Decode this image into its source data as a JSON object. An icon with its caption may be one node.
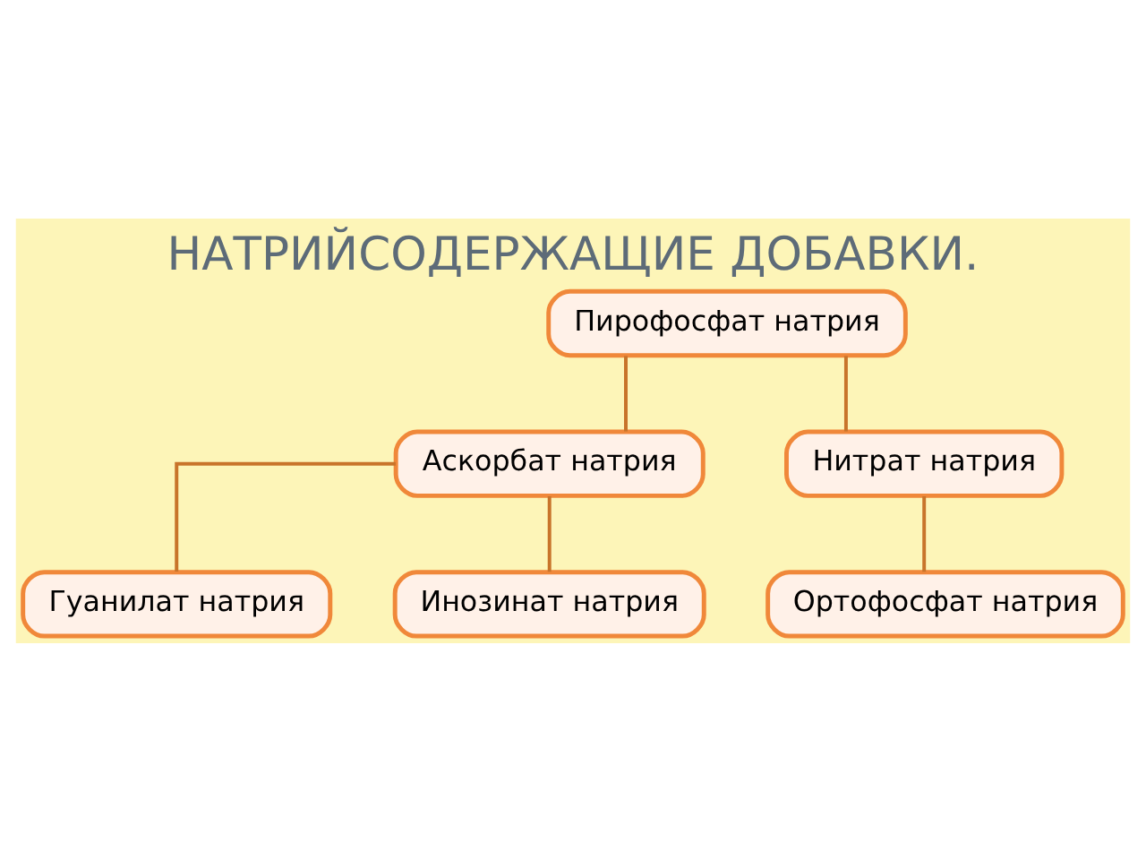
{
  "diagram": {
    "title": "НАТРИЙСОДЕРЖАЩИЕ ДОБАВКИ.",
    "nodes": [
      {
        "text": [
          "Пирофосфат натрия"
        ]
      },
      {
        "text": [
          "Аскорбат натрия"
        ]
      },
      {
        "text": [
          "Нитрат натрия"
        ]
      },
      {
        "text": [
          "Гуанилат натрия"
        ]
      },
      {
        "text": [
          "Инозинат натрия"
        ]
      },
      {
        "text": [
          "Ортофосфат натрия"
        ]
      }
    ],
    "edges": [
      {
        "from": 0,
        "to": 1,
        "arrow": "none"
      },
      {
        "from": 0,
        "to": 2,
        "arrow": "none"
      },
      {
        "from": 1,
        "to": 3,
        "arrow": "none"
      },
      {
        "from": 1,
        "to": 4,
        "arrow": "none"
      },
      {
        "from": 2,
        "to": 5,
        "arrow": "none"
      }
    ]
  }
}
